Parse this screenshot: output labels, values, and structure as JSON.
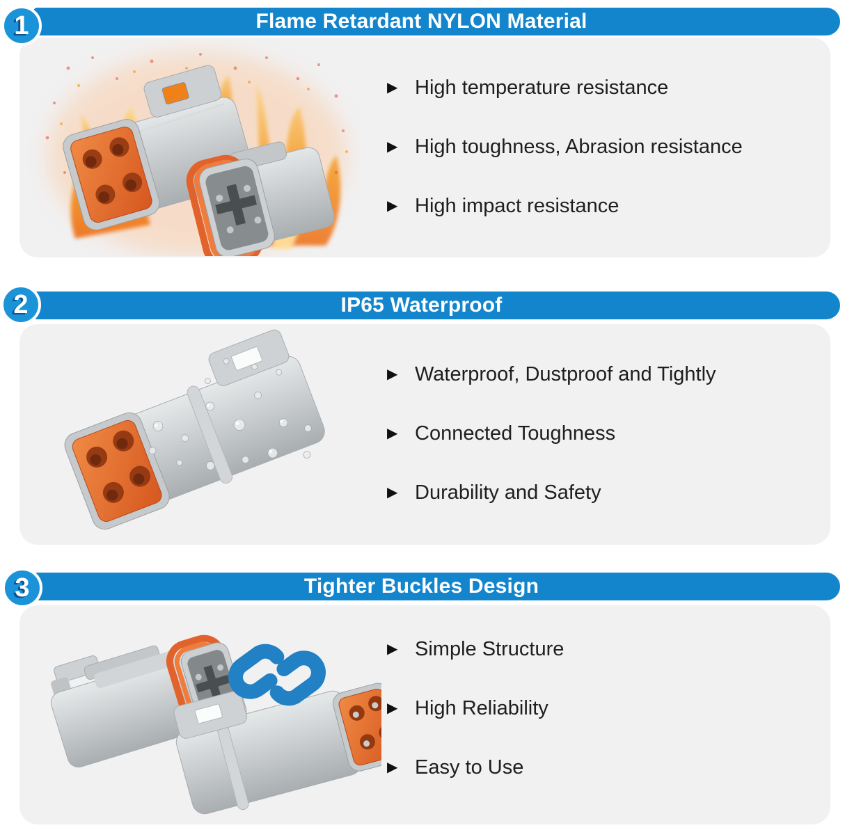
{
  "bullet_glyph": "▶",
  "colors": {
    "header_bar_blue": "#1385cd",
    "badge_blue": "#1b93d8",
    "panel_gray": "#f1f1f2",
    "body_text": "#1e1e1e",
    "title_text": "#ffffff",
    "flame_orange": "#f08019",
    "seal_orange": "#e2622b",
    "connector_gray": "#c3c7c9",
    "chain_link_blue": "#2280c4"
  },
  "sections": [
    {
      "number": "1",
      "title": "Flame Retardant NYLON Material",
      "illustration": "gray-connector-pair-in-flames",
      "features": [
        "High temperature resistance",
        "High toughness, Abrasion resistance",
        "High impact resistance"
      ]
    },
    {
      "number": "2",
      "title": "IP65 Waterproof",
      "illustration": "mated-connector-with-water-droplets",
      "features": [
        "Waterproof, Dustproof and Tightly",
        "Connected Toughness",
        "Durability and Safety"
      ]
    },
    {
      "number": "3",
      "title": "Tighter Buckles Design",
      "illustration": "two-connectors-facing-with-chain-link",
      "features": [
        "Simple Structure",
        "High Reliability",
        "Easy to Use"
      ]
    }
  ]
}
